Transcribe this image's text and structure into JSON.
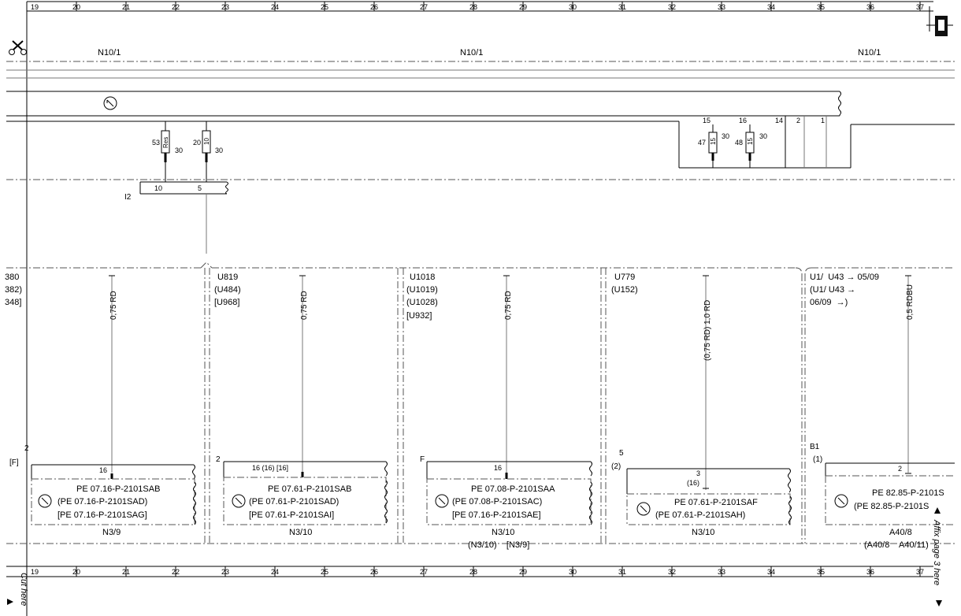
{
  "ruler": {
    "numbers": [
      "19",
      "20",
      "21",
      "22",
      "23",
      "24",
      "25",
      "26",
      "27",
      "28",
      "29",
      "30",
      "31",
      "32",
      "33",
      "34",
      "35",
      "36",
      "37"
    ]
  },
  "header": {
    "n10_left": "N10/1",
    "n10_mid": "N10/1",
    "n10_right": "N10/1"
  },
  "fuses": {
    "f1_pin": "53",
    "f1_label": "Res",
    "f1_amp": "30",
    "f2_pin": "20",
    "f2_label": "10",
    "f2_amp": "30",
    "f3_top": "15",
    "f3_pin": "47",
    "f3_label": "15",
    "f3_amp": "30",
    "f4_top": "16",
    "f4_pin": "48",
    "f4_label": "15",
    "f4_amp": "30",
    "t14": "14",
    "t2": "2",
    "t1": "1"
  },
  "connector_i2": {
    "name": "I2",
    "pin10": "10",
    "pin5": "5"
  },
  "columns": [
    {
      "codes": [
        "380",
        "382)",
        "348]"
      ],
      "wire": "0,75 RD",
      "conn_left_a": "2",
      "conn_left_b": "[F]",
      "pin": "16",
      "refs": [
        "PE 07.16-P-2101SAB",
        "(PE 07.16-P-2101SAD)",
        "[PE 07.16-P-2101SAG]"
      ],
      "module": "N3/9",
      "module2": ""
    },
    {
      "codes": [
        "U819",
        "(U484)",
        "[U968]"
      ],
      "wire": "0,75 RD",
      "conn_left_a": "2",
      "conn_left_b": "",
      "pin": "16 (16) [16]",
      "refs": [
        "PE 07.61-P-2101SAB",
        "(PE 07.61-P-2101SAD)",
        "[PE 07.61-P-2101SAI]"
      ],
      "module": "N3/10",
      "module2": ""
    },
    {
      "codes": [
        "U1018",
        "(U1019)",
        "(U1028)",
        "[U932]"
      ],
      "wire": "0,75 RD",
      "conn_left_a": "F",
      "conn_left_b": "",
      "pin": "16",
      "refs": [
        "PE 07.08-P-2101SAA",
        "(PE 07.08-P-2101SAC)",
        "[PE 07.16-P-2101SAE]"
      ],
      "module": "N3/10",
      "module2": "(N3/10)    [N3/9]"
    },
    {
      "codes": [
        "U779",
        "(U152)"
      ],
      "wire": "(0,75 RD) 1,0 RD",
      "conn_left_a": "5",
      "conn_left_b": "(2)",
      "pin": "3",
      "pin2": "(16)",
      "refs": [
        "PE 07.61-P-2101SAF",
        "(PE 07.61-P-2101SAH)"
      ],
      "module": "N3/10",
      "module2": ""
    },
    {
      "codes": [
        "U1/  U43 → 05/09",
        "(U1/ U43 →",
        "06/09  →)"
      ],
      "wire": "0,5 RDBU",
      "conn_left_a": "B1",
      "conn_left_b": "(1)",
      "pin": "2",
      "refs": [
        "PE 82.85-P-2101S",
        "(PE 82.85-P-2101S"
      ],
      "module": "A40/8",
      "module2": "(A40/8    A40/11)"
    }
  ],
  "margin": {
    "cut_here": "Cut here",
    "affix_page": "Affix page 3 here"
  }
}
